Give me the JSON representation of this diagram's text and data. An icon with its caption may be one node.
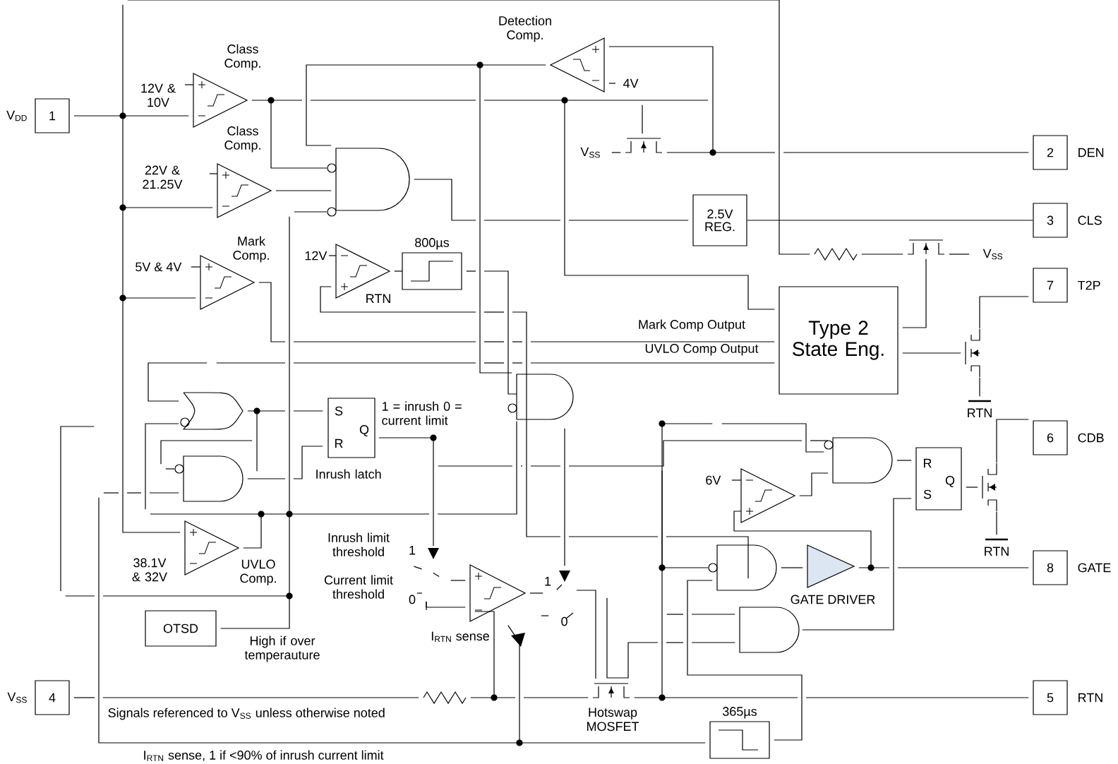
{
  "diagram": {
    "nodes": [
      {
        "text": [
          "1"
        ],
        "beside": [
          "V$_{DD}$"
        ]
      },
      {
        "text": [
          "2"
        ],
        "beside": [
          "DEN"
        ]
      },
      {
        "text": [
          "3"
        ],
        "beside": [
          "CLS"
        ]
      },
      {
        "text": [
          "7"
        ],
        "beside": [
          "T2P"
        ]
      },
      {
        "text": [
          "6"
        ],
        "beside": [
          "CDB"
        ]
      },
      {
        "text": [
          "8"
        ],
        "beside": [
          "GATE"
        ]
      },
      {
        "text": [
          "4"
        ],
        "beside": [
          "V$_{SS}$"
        ]
      },
      {
        "text": [
          "5"
        ],
        "beside": [
          "RTN"
        ]
      },
      {
        "text": [
          "2.5V REG."
        ]
      },
      {
        "text": [
          "Type 2 State Eng."
        ]
      },
      {
        "text": [
          "800µs"
        ]
      },
      {
        "text": [
          "S",
          "R",
          "Q"
        ],
        "beside": [
          "1 = inrush 0 = current limit",
          "Inrush latch"
        ]
      },
      {
        "text": [
          "R",
          "S",
          "Q"
        ]
      },
      {
        "text": [
          "OTSD"
        ],
        "beside": [
          "High if over temperauture"
        ]
      },
      {
        "text": [
          "365µs"
        ]
      }
    ],
    "edges": [
      {
        "from": 8,
        "to": 2,
        "arrow": "none"
      }
    ],
    "labels": [
      "Detection Comp.",
      "Class Comp.",
      "12V & 10V",
      "4V",
      "Class Comp.",
      "22V & 21.25V",
      "V$_{SS}$",
      "Mark Comp.",
      "5V & 4V",
      "12V",
      "RTN",
      "V$_{SS}$",
      "Mark Comp Output",
      "UVLO Comp Output",
      "RTN",
      "6V",
      "RTN",
      "38.1V & 32V",
      "UVLO Comp.",
      "Inrush limit threshold",
      "1",
      "Current limit threshold",
      "0",
      "1",
      "0",
      "GATE DRIVER",
      "I$_{RTN}$ sense",
      "Signals referenced to V$_{SS}$ unless otherwise noted",
      "Hotswap MOSFET",
      "I$_{RTN}$ sense, 1 if <90% of inrush current limit"
    ]
  }
}
